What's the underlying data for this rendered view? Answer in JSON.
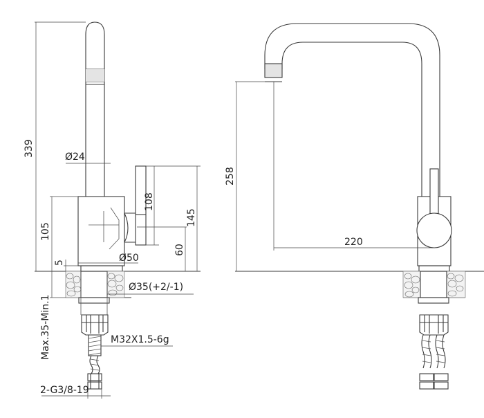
{
  "dimensions": {
    "height_total": "339",
    "spout_diameter": "Ø24",
    "handle_height": "108",
    "handle_offset": "145",
    "body_height": "105",
    "handle_base": "60",
    "base_gap": "5",
    "base_diameter": "Ø50",
    "hole_diameter": "Ø35(+2/-1)",
    "mounting_thickness": "Max.35-Min.1",
    "thread": "M32X1.5-6g",
    "hose_connection": "2-G3/8-19",
    "spout_height": "258",
    "spout_reach": "220"
  }
}
